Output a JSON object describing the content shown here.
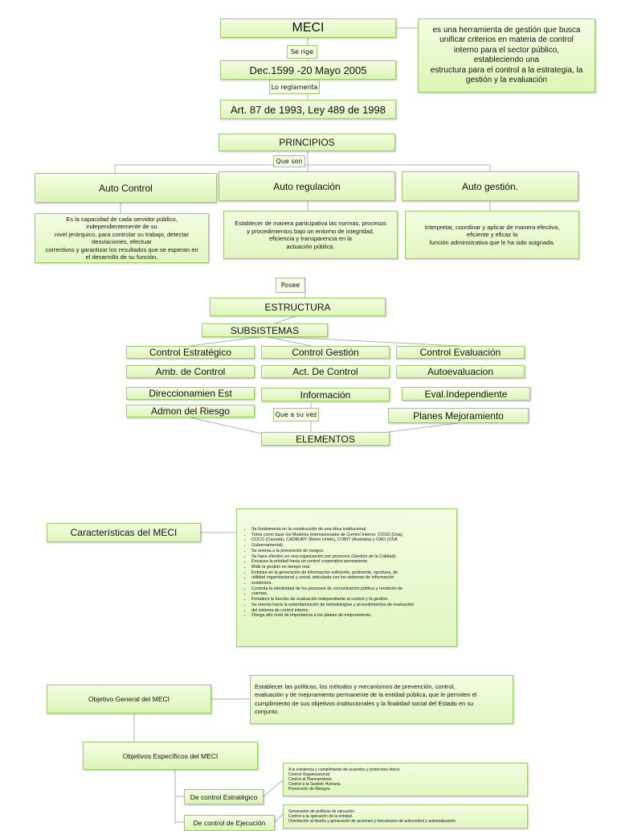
{
  "meci": {
    "title": "MECI",
    "description": "es una herramienta de gestión que busca\nunificar criterios en materia de control\ninterno para el sector público,\nestableciendo una\nestructura para el control a la estrategia, la\ngestión y la evaluación",
    "se_rige_label": "Se rige",
    "decree": "Dec.1599 -20 Mayo 2005",
    "reglamenta_label": "Lo reglamenta",
    "law": "Art. 87 de 1993, Ley 489 de 1998"
  },
  "principios": {
    "title": "PRINCIPIOS",
    "que_son_label": "Que son",
    "items": [
      {
        "name": "Auto Control",
        "desc": "Es la capacidad de cada servidor público,\nindependientemente de su\nnivel jerárquico, para controlar su trabajo, detectar\ndesviaciones, efectuar\ncorrectivos y garantizar los resultados que se esperan en\nel desarrollo de su función."
      },
      {
        "name": "Auto regulación",
        "desc": "Establecer de manera participativa las normas, procesos\ny procedimientos bajo un entorno de integridad,\neficiencia y transparencia en la\nactuación pública."
      },
      {
        "name": "Auto gestión.",
        "desc": "Interpretar, coordinar y aplicar de manera efectiva,\neficiente y eficaz la\nfunción administrativa que le ha sido asignada."
      }
    ]
  },
  "estructura": {
    "posee_label": "Posee",
    "title": "ESTRUCTURA",
    "subsistemas": "SUBSISTEMAS",
    "columns": [
      {
        "head": "Control Estratégico",
        "items": [
          "Amb.  de Control",
          "Direccionamien Est",
          "Admon del Riesgo"
        ]
      },
      {
        "head": "Control Gestión",
        "items": [
          "Act. De Control",
          "Información"
        ]
      },
      {
        "head": "Control Evaluación",
        "items": [
          "Autoevaluacion",
          "Eval.Independiente",
          "Planes Mejoramiento"
        ]
      }
    ],
    "que_a_su_vez_label": "Que a su vez",
    "elementos": "ELEMENTOS"
  },
  "caracteristicas": {
    "title": "Características del MECI",
    "bullets": [
      "Se fundamenta en la construcción de una ética institucional.",
      "Toma como base los Modelos Internacionales de Control Interno: COSO (Usa),",
      "COCO (Canadá), CADBURY (Reino Unido), COBIT (Australia) y OAO (USA",
      "Gubernamental).",
      "Se orienta a la prevención de riesgos.",
      "Se hace efectivo en una organización por procesos (Gestión de la Calidad).",
      "Encauza la entidad hacia un control corporativo permanente.",
      "Mide la gestión en tiempo real.",
      "Enfatiza en la generación de información suficiente, pertinente, oportuna, de",
      "utilidad organizacional y social, articulada con los sistemas de información",
      "existentes.",
      "Controla la efectividad de los procesos de comunicación pública y rendición de",
      "cuentas.",
      "Fortalece la función de evaluación independiente al control y la gestión.",
      "Se orienta hacia la estandarización de metodologías y procedimientos de evaluación",
      "del sistema de control interno.",
      "Otorga alto nivel de importancia a los planes de mejoramiento."
    ]
  },
  "objetivos": {
    "general_title": "Objetivo General del MECI",
    "general_desc": "Establecer las políticas, los métodos y mecanismos de prevención, control,\nevaluación y de mejoramiento permanente de la entidad pública, que le permiten el\ncumplimiento de sus objetivos institucionales y la finalidad social del Estado en su\nconjunto.",
    "especificos_title": "Objetivos Específicos del MECI",
    "estrategico_title": "De control Estratégico",
    "estrategico_desc": "A la existencia y cumplimiento de acuerdos y protocolos éticos.\nControl Organizacional.\nControl al Planeamiento.\nControl a la Gestión Humana.\nPrevención de Riesgos.",
    "ejecucion_title": "De control de Ejecución",
    "ejecucion_desc": "Generación de políticas de ejecución.\nControl a la operación de la entidad.\nOrientación al diseño y generación de acciones y mecanismo de autocontrol y autoevaluación."
  }
}
